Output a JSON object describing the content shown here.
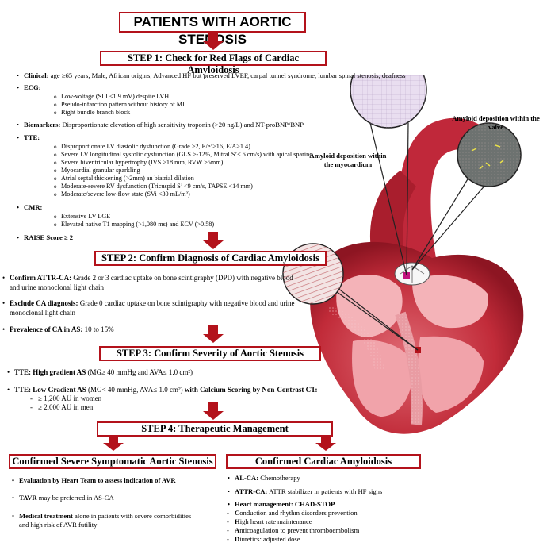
{
  "title": "PATIENTS WITH AORTIC STENOSIS",
  "step1": {
    "header": "STEP 1: Check for Red Flags of Cardiac Amyloidosis",
    "clinical_label": "Clinical:",
    "clinical_text": "age ≥65 years, Male, African origins, Advanced HF but preserved LVEF, carpal tunnel syndrome, lumbar spinal stenosis, deafness",
    "ecg_label": "ECG:",
    "ecg_items": [
      "Low-voltage (SLI <1.9 mV) despite LVH",
      "Pseudo-infarction pattern without history of MI",
      "Right bundle branch block"
    ],
    "biomarkers_label": "Biomarkers:",
    "biomarkers_text": "Disproportionate elevation of high sensitivity troponin (>20 ng/L) and NT-proBNP/BNP",
    "tte_label": "TTE:",
    "tte_items": [
      "Disproportionate LV diastolic dysfunction (Grade ≥2, E/e’>16, E/A>1.4)",
      "Severe LV longitudinal systolic dysfunction (GLS ≥-12%, Mitral S’≤ 6 cm/s) with apical sparing",
      "Severe biventricular hypertrophy (IVS >18 mm, RVW ≥5mm)",
      "Myocardial granular sparkling",
      "Atrial septal thickening (>2mm) an biatrial dilation",
      "Moderate-severe RV dysfunction (Tricuspid S’ <9 cm/s, TAPSE <14 mm)",
      "Moderate/severe low-flow state (SVi <30 mL/m²)"
    ],
    "cmr_label": "CMR:",
    "cmr_items": [
      "Extensive LV LGE",
      "Elevated native T1 mapping (>1,080 ms) and ECV (>0.58)"
    ],
    "raise": "RAISE Score ≥ 2"
  },
  "step2": {
    "header": "STEP 2: Confirm Diagnosis of Cardiac Amyloidosis",
    "confirm_label": "Confirm ATTR-CA:",
    "confirm_text_1": "Grade 2 or 3 cardiac uptake on bone scintigraphy (DPD) with negative blood",
    "confirm_text_2": "and urine monoclonal light chain",
    "exclude_label": "Exclude CA diagnosis:",
    "exclude_text_1": "Grade 0 cardiac uptake on bone scintigraphy with negative blood and urine",
    "exclude_text_2": "monoclonal light chain",
    "prevalence_label": "Prevalence of CA in AS:",
    "prevalence_text": "10 to 15%"
  },
  "step3": {
    "header": "STEP 3: Confirm Severity of Aortic Stenosis",
    "high_label": "TTE: High gradient AS",
    "high_text": "(MG≥ 40 mmHg and AVA≤ 1.0 cm²)",
    "low_label": "TTE: Low Gradient AS",
    "low_text": "(MG< 40 mmHg, AVA≤ 1.0 cm²)",
    "low_label2": "with Calcium Scoring by Non-Contrast CT:",
    "scores": [
      "≥ 1,200 AU in women",
      "≥ 2,000 AU in men"
    ]
  },
  "step4": {
    "header": "STEP 4: Therapeutic Management"
  },
  "left_panel": {
    "header": "Confirmed Severe Symptomatic Aortic Stenosis",
    "item1": "Evaluation by Heart Team to assess indication of AVR",
    "item2_bold": "TAVR",
    "item2_text": "may be preferred in AS-CA",
    "item3_bold": "Medical treatment",
    "item3_text_1": "alone in patients with severe comorbidities",
    "item3_text_2": "and high risk of AVR futility"
  },
  "right_panel": {
    "header": "Confirmed Cardiac Amyloidosis",
    "al_label": "AL-CA:",
    "al_text": "Chemotherapy",
    "attr_label": "ATTR-CA:",
    "attr_text": "ATTR stabilizer  in patients with HF signs",
    "heart_label": "Heart management: CHAD-STOP",
    "chad": [
      {
        "letter": "C",
        "rest": "onduction and rhythm disorders prevention"
      },
      {
        "letter": "H",
        "rest": "igh heart rate maintenance"
      },
      {
        "letter": "A",
        "rest": "nticoagulation to prevent thromboembolism"
      },
      {
        "letter": "D",
        "rest": "iuretics: adjusted dose"
      }
    ]
  },
  "heart": {
    "caption_valve": "Amyloid deposition within the valve",
    "caption_myo": "Amyloid deposition within the myocardium"
  },
  "colors": {
    "accent": "#b3121b",
    "heart": "#c8323f",
    "heart_light": "#e07a82"
  }
}
